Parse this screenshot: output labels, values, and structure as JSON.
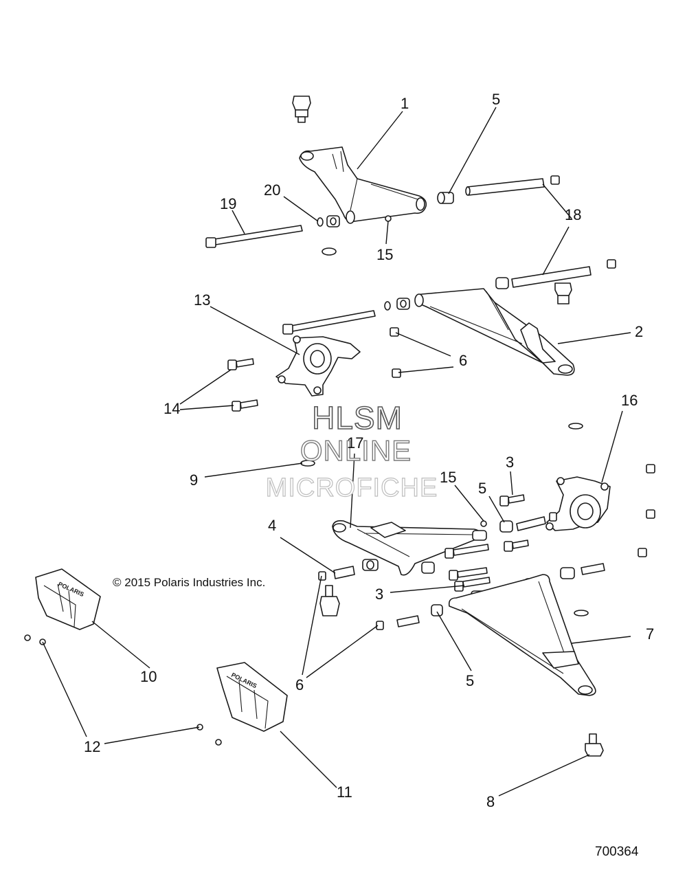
{
  "watermark": {
    "line1": "HLSM",
    "line2": "ONLINE",
    "line3": "MICROFICHE"
  },
  "copyright": "© 2015 Polaris Industries Inc.",
  "figure_number": "700364",
  "skid_plate_brand": "POLARIS",
  "callouts": {
    "c1": "1",
    "c2": "2",
    "c3a": "3",
    "c3b": "3",
    "c4": "4",
    "c5a": "5",
    "c5b": "5",
    "c5c": "5",
    "c6a": "6",
    "c6b": "6",
    "c7": "7",
    "c8": "8",
    "c9": "9",
    "c10": "10",
    "c11": "11",
    "c12": "12",
    "c13": "13",
    "c14": "14",
    "c15a": "15",
    "c15b": "15",
    "c16": "16",
    "c17": "17",
    "c18": "18",
    "c19": "19",
    "c20": "20"
  }
}
